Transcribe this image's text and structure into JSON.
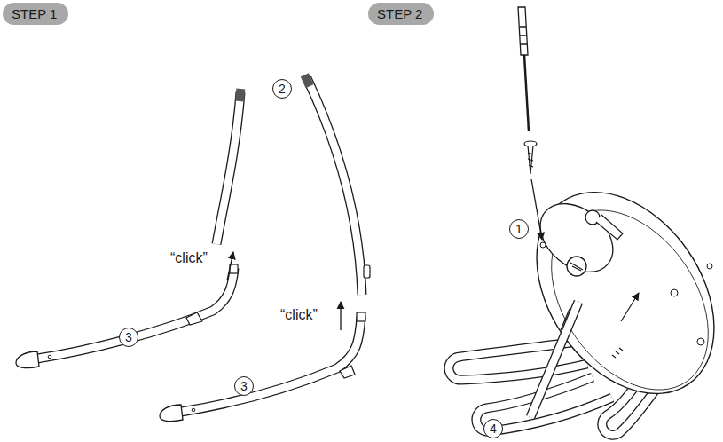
{
  "diagram": {
    "nodes": [
      {
        "text": [
          "STEP 1"
        ]
      },
      {
        "text": [
          "STEP 2"
        ]
      }
    ],
    "labels": [
      "“click”",
      "“click”",
      "1",
      "2",
      "3",
      "3",
      "4"
    ]
  }
}
